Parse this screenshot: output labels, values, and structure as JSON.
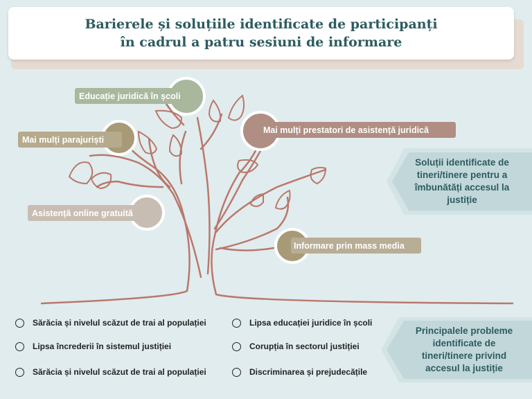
{
  "title": {
    "line1": "Barierele și soluțiile identificate de participanți",
    "line2": "în cadrul a patru sesiuni de informare"
  },
  "solutions": [
    {
      "label": "Educație juridică în școli",
      "color": "#a9b89c"
    },
    {
      "label": "Mai mulți parajuriști",
      "color": "#b5aa8c",
      "dot": "#a89a77"
    },
    {
      "label": "Mai mulți prestatori de asistență juridică",
      "color": "#b08e83"
    },
    {
      "label": "Asistență online gratuită",
      "color": "#c8bdb3"
    },
    {
      "label": "Informare prin mass media",
      "color": "#b8ad95",
      "dot": "#a89a77"
    }
  ],
  "solutions_heading": {
    "lines": [
      "Soluții identificate de",
      "tineri/tinere pentru a",
      "îmbunătăți accesul la",
      "justiție"
    ]
  },
  "problems_heading": {
    "lines": [
      "Principalele probleme",
      "identificate de",
      "tineri/tinere privind",
      "accesul la justiție"
    ]
  },
  "problems": [
    "Sărăcia și nivelul scăzut de trai al populației",
    "Lipsa încrederii în sistemul justiției",
    "Sărăcia și nivelul scăzut de trai al populației",
    "Lipsa educației juridice în școli",
    "Corupția în sectorul justiției",
    "Discriminarea și prejudecățile"
  ],
  "colors": {
    "tree": "#b9786c",
    "title": "#2d5b60",
    "background": "#e1ecee"
  }
}
